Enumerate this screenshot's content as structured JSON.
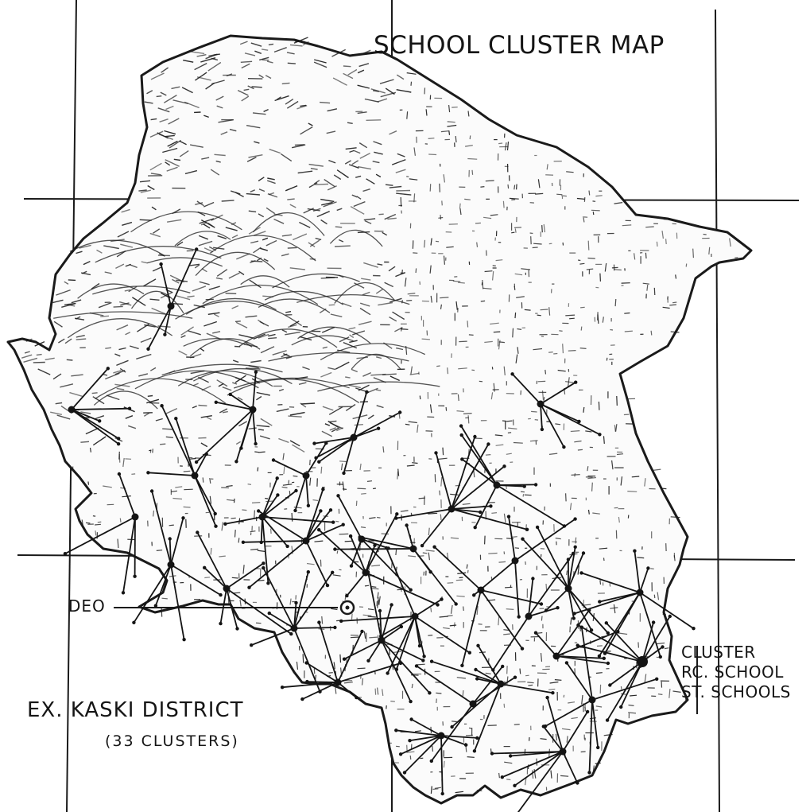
{
  "map": {
    "title": "SCHOOL CLUSTER MAP",
    "deo_label": "DEO",
    "district_label": "EX. KASKI DISTRICT",
    "cluster_count_label": "(33 CLUSTERS)",
    "legend": [
      "CLUSTER",
      "RC. SCHOOL",
      "ST. SCHOOLS"
    ],
    "colors": {
      "ink": "#151515",
      "paper": "#ffffff"
    }
  }
}
